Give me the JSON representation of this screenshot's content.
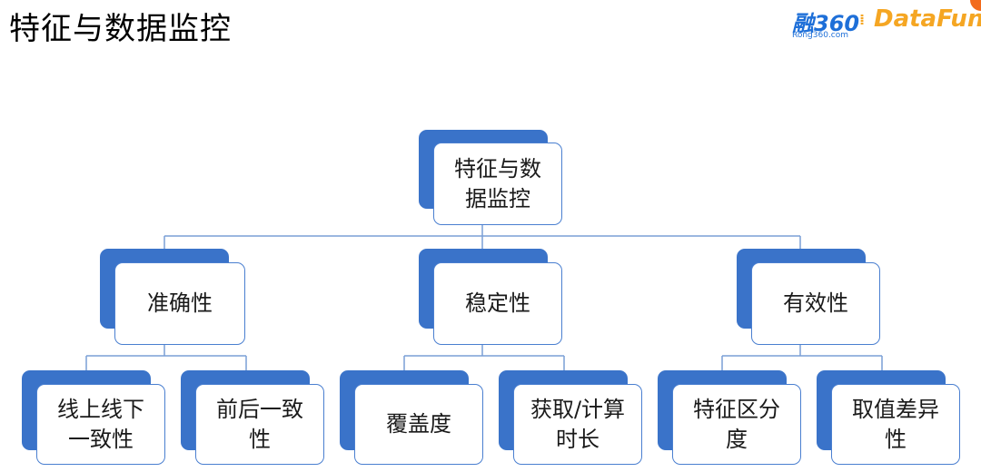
{
  "page": {
    "title": "特征与数据监控"
  },
  "logos": {
    "rong_text": "融360",
    "rong_sub": "Rong360.com",
    "datafun_text": "DataFun."
  },
  "tree": {
    "root": {
      "label": "特征与数据监控"
    },
    "level1": [
      {
        "label": "准确性"
      },
      {
        "label": "稳定性"
      },
      {
        "label": "有效性"
      }
    ],
    "level2": [
      {
        "label": "线上线下一致性"
      },
      {
        "label": "前后一致性"
      },
      {
        "label": "覆盖度"
      },
      {
        "label": "获取/计算时长"
      },
      {
        "label": "特征区分度"
      },
      {
        "label": "取值差异性"
      }
    ]
  },
  "colors": {
    "box_fill": "#3a73c9",
    "box_border": "#4a7fd0",
    "connector": "#7a9fd6"
  }
}
